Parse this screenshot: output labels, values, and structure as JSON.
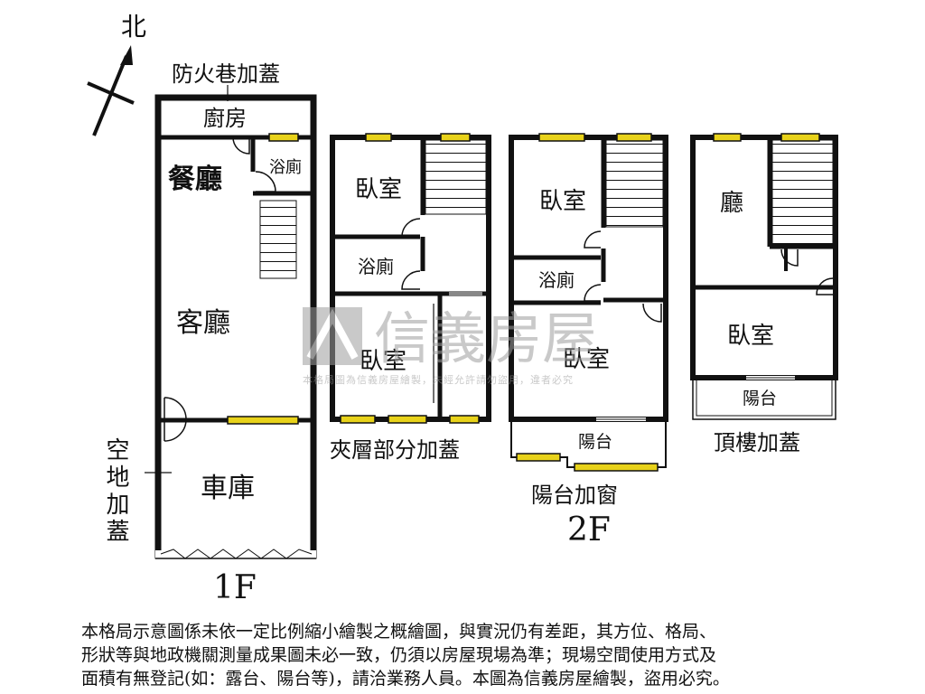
{
  "compass": {
    "north": "北"
  },
  "floors": {
    "f1": {
      "title": "1F",
      "fire_lane": "防火巷加蓋",
      "kitchen": "廚房",
      "dining": "餐廳",
      "bath": "浴廁",
      "living": "客廳",
      "vacant_land": "空地加蓋",
      "garage": "車庫"
    },
    "mezz": {
      "title": "夾層部分加蓋",
      "bedroom_top": "臥室",
      "bath": "浴廁",
      "bedroom_bottom": "臥室"
    },
    "f2": {
      "title": "2F",
      "bedroom_top": "臥室",
      "bath": "浴廁",
      "bedroom_bottom": "臥室",
      "balcony": "陽台",
      "balcony_window": "陽台加窗"
    },
    "roof": {
      "title": "頂樓加蓋",
      "hall": "廳",
      "bedroom": "臥室",
      "balcony": "陽台"
    }
  },
  "watermark": {
    "brand": "信義房屋",
    "line": "本格局圖為信義房屋繪製，未經允許請勿盜用，違者必究"
  },
  "disclaimer": [
    "本格局示意圖係未依一定比例縮小繪製之概繪圖，與實況仍有差距，其方位、格局、",
    "形狀等與地政機關測量成果圖未必一致，仍須以房屋現場為準；現場空間使用方式及",
    "面積有無登記(如：露台、陽台等)，請洽業務人員。本圖為信義房屋繪製，盜用必究。"
  ],
  "colors": {
    "wall": "#111111",
    "window": "#e8d21a",
    "watermark": "#9e9e9e"
  }
}
